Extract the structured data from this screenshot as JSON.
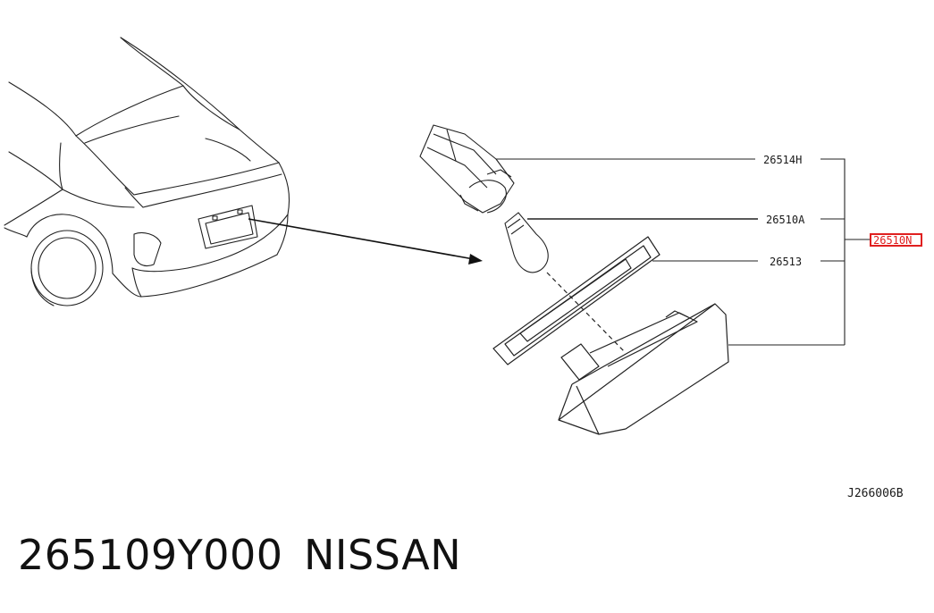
{
  "diagram": {
    "callouts": [
      {
        "id": "socket",
        "label": "26514H"
      },
      {
        "id": "bulb",
        "label": "26510A"
      },
      {
        "id": "gasket",
        "label": "26513"
      }
    ],
    "assembly_label": "26510N",
    "drawing_code": "J266006B",
    "highlight_color": "#e02020"
  },
  "footer": {
    "part_number": "265109Y000",
    "brand": "NISSAN"
  }
}
